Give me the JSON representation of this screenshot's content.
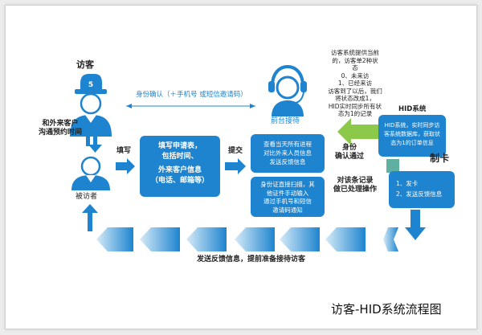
{
  "colors": {
    "accent": "#1e84cf",
    "green": "#8cc94a",
    "teal": "#5fb0a0",
    "dark": "#222222"
  },
  "visitor": {
    "label": "访客",
    "cap_number": "5"
  },
  "visitee": {
    "label": "被访者"
  },
  "left_note": [
    "和外来客户",
    "沟通预约时间"
  ],
  "fill_label": "填写",
  "submit_label": "提交",
  "identity_note": "身份确认（＋手机号 或短信邀请码）",
  "reception_label": "前台接待",
  "form_box": [
    "填写申请表，",
    "包括时间、",
    "外来客户信息",
    "（电话、邮箱等）"
  ],
  "reception_box1": [
    "查看当天所有进程",
    "对比外来人员信息",
    "发送反馈信息"
  ],
  "reception_box2": [
    "身份证直接扫描，其",
    "他证件手动输入",
    "通过手机号和短信",
    "邀请码通知"
  ],
  "identity_confirm": [
    "身份",
    "确认通过"
  ],
  "record_note": [
    "对该条记录",
    "做已处理操作"
  ],
  "hid_status_note": [
    "访客系统提供当前",
    "的，访客单2种状",
    "态",
    "0、未来访",
    "1、已经来访",
    "访客到了以后，我们",
    "将状态改成1，",
    "HID实时同步所有状",
    "态为1的记录"
  ],
  "hid_system": {
    "label": "HID系统",
    "box": [
      "HID系统，实时同步访",
      "客系统数据库，获取状",
      "态为1的订单信息"
    ]
  },
  "make_card": "制卡",
  "card_box": [
    "1、发卡",
    "2、发送反馈信息"
  ],
  "feedback_note": "发送反馈信息，提前准备接待访客",
  "caption": "访客-HID系统流程图"
}
